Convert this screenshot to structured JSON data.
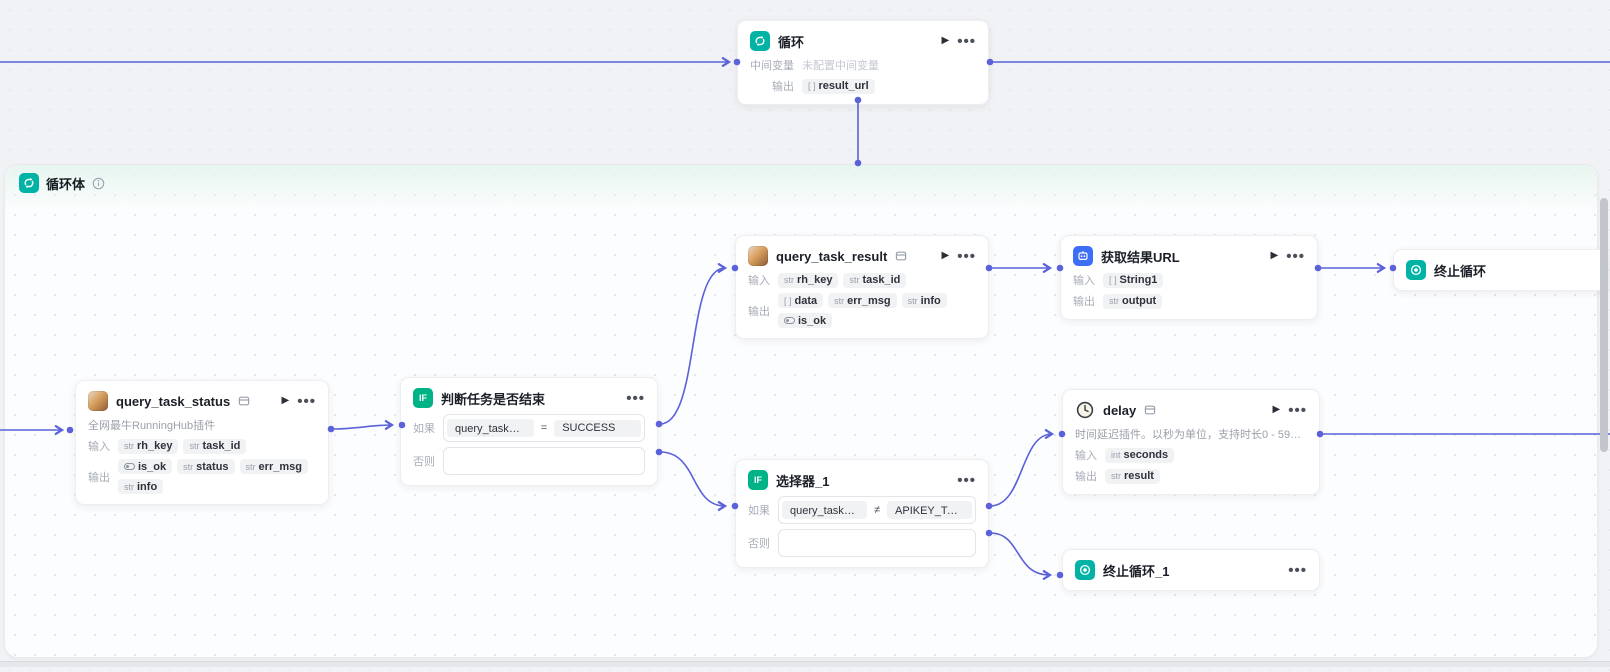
{
  "colors": {
    "edge": "#5b61d8",
    "loop_teal": "#00b3a4",
    "if_green": "#00b386",
    "code_blue": "#3d6ef5",
    "canvas_bg": "#f1f2f5",
    "loop_body_bg": "#fcfdfe",
    "loop_header_tint": "#e7f5ef"
  },
  "loop_body": {
    "title": "循环体",
    "info_icon": "info-circle"
  },
  "labels": {
    "input": "输入",
    "output": "输出",
    "if": "如果",
    "else": "否则",
    "intermediate": "中间变量"
  },
  "nodes": [
    {
      "id": "loop",
      "title": "循环",
      "icon": "loop",
      "badge": false,
      "play": true,
      "menu": true,
      "rows": [
        {
          "label": "中间变量",
          "muted": "未配置中间变量"
        },
        {
          "label": "输出",
          "tags": [
            {
              "t": "arr",
              "n": "result_url"
            }
          ]
        }
      ]
    },
    {
      "id": "qts",
      "title": "query_task_status",
      "icon": "avatar",
      "badge": true,
      "play": true,
      "menu": true,
      "desc": "全网最牛RunningHub插件",
      "rows": [
        {
          "label": "输入",
          "tags": [
            {
              "t": "str",
              "n": "rh_key"
            },
            {
              "t": "str",
              "n": "task_id"
            }
          ]
        },
        {
          "label": "输出",
          "tags": [
            {
              "t": "bool",
              "n": "is_ok"
            },
            {
              "t": "str",
              "n": "status"
            },
            {
              "t": "str",
              "n": "err_msg"
            },
            {
              "t": "str",
              "n": "info"
            }
          ]
        }
      ]
    },
    {
      "id": "judge",
      "title": "判断任务是否结束",
      "icon": "if",
      "badge": false,
      "play": false,
      "menu": true,
      "rows": [
        {
          "label": "如果",
          "cond": {
            "left": "query_task_statu⋯",
            "op": "=",
            "right": "SUCCESS"
          }
        },
        {
          "label": "否则",
          "cond_empty": true
        }
      ]
    },
    {
      "id": "qtr",
      "title": "query_task_result",
      "icon": "avatar",
      "badge": true,
      "play": true,
      "menu": true,
      "rows": [
        {
          "label": "输入",
          "tags": [
            {
              "t": "str",
              "n": "rh_key"
            },
            {
              "t": "str",
              "n": "task_id"
            }
          ]
        },
        {
          "label": "输出",
          "tags": [
            {
              "t": "arr",
              "n": "data"
            },
            {
              "t": "str",
              "n": "err_msg"
            },
            {
              "t": "str",
              "n": "info"
            },
            {
              "t": "bool",
              "n": "is_ok"
            }
          ]
        }
      ]
    },
    {
      "id": "geturl",
      "title": "获取结果URL",
      "icon": "code",
      "badge": false,
      "play": true,
      "menu": true,
      "rows": [
        {
          "label": "输入",
          "tags": [
            {
              "t": "arr",
              "n": "String1"
            }
          ]
        },
        {
          "label": "输出",
          "tags": [
            {
              "t": "str",
              "n": "output"
            }
          ]
        }
      ]
    },
    {
      "id": "stop1",
      "title": "终止循环",
      "icon": "stop",
      "badge": false,
      "play": false,
      "menu": false,
      "title_only": true,
      "rows": []
    },
    {
      "id": "delay",
      "title": "delay",
      "icon": "clock",
      "badge": true,
      "play": true,
      "menu": true,
      "desc": "时间延迟插件。以秒为单位，支持时长0 - 59秒。主要用于延迟…",
      "rows": [
        {
          "label": "输入",
          "tags": [
            {
              "t": "int",
              "n": "seconds"
            }
          ]
        },
        {
          "label": "输出",
          "tags": [
            {
              "t": "str",
              "n": "result"
            }
          ]
        }
      ]
    },
    {
      "id": "sel",
      "title": "选择器_1",
      "icon": "if",
      "badge": false,
      "play": false,
      "menu": true,
      "rows": [
        {
          "label": "如果",
          "cond": {
            "left": "query_task_statu⋯",
            "op": "≠",
            "right": "APIKEY_TASK_ST⋯"
          }
        },
        {
          "label": "否则",
          "cond_empty": true
        }
      ]
    },
    {
      "id": "stop2",
      "title": "终止循环_1",
      "icon": "stop",
      "badge": false,
      "play": false,
      "menu": true,
      "title_only": true,
      "rows": []
    }
  ]
}
